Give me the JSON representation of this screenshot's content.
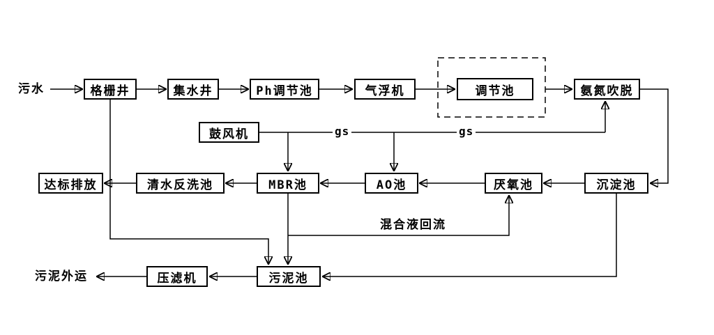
{
  "diagram": {
    "type": "wastewater-treatment-process-flow",
    "nodes": {
      "source": "污水",
      "screen_well": "格栅井",
      "collection_well": "集水井",
      "ph_tank": "Ph调节池",
      "air_flotation": "气浮机",
      "regulating_tank": "调节池",
      "ammonia_stripping": "氨氮吹脱",
      "blower": "鼓风机",
      "discharge": "达标排放",
      "backwash_tank": "清水反洗池",
      "mbr_tank": "MBR池",
      "ao_tank": "AO池",
      "anaerobic_tank": "厌氧池",
      "sedimentation_tank": "沉淀池",
      "filter_press": "压滤机",
      "sludge_tank": "污泥池",
      "sludge_out": "污泥外运"
    },
    "annotations": {
      "gas_label_1": "gs",
      "gas_label_2": "gs",
      "mixed_liquor_return": "混合液回流"
    },
    "flows": [
      "污水 → 格栅井",
      "格栅井 → 集水井",
      "集水井 → Ph调节池",
      "Ph调节池 → 气浮机",
      "气浮机 → 调节池",
      "调节池 → 氨氮吹脱",
      "氨氮吹脱 → 沉淀池",
      "沉淀池 → 厌氧池",
      "厌氧池 → AO池",
      "AO池 → MBR池",
      "MBR池 → 清水反洗池",
      "清水反洗池 → 达标排放",
      "鼓风机 → MBR池 (gs)",
      "鼓风机 → AO池 (gs)",
      "鼓风机 → 氨氮吹脱 (gs)",
      "MBR池 → 厌氧池 (混合液回流)",
      "格栅井 → 污泥池",
      "MBR池 → 污泥池",
      "沉淀池 → 污泥池",
      "污泥池 → 压滤机",
      "压滤机 → 污泥外运"
    ]
  }
}
